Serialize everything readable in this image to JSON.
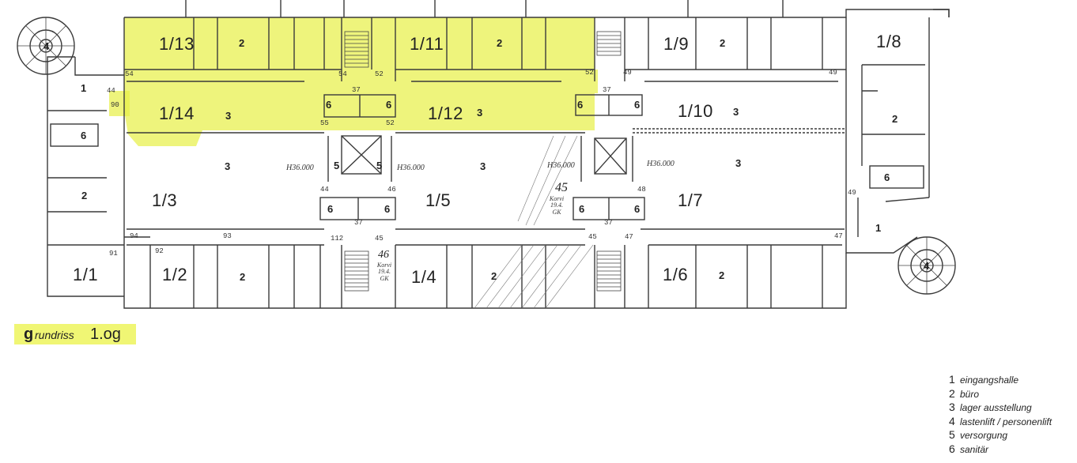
{
  "title": {
    "prefix": "g",
    "word": "rundriss",
    "level": "1.og"
  },
  "legend": [
    {
      "num": "1",
      "label": "eingangshalle"
    },
    {
      "num": "2",
      "label": "büro"
    },
    {
      "num": "3",
      "label": "lager ausstellung"
    },
    {
      "num": "4",
      "label": "lastenlift / personenlift"
    },
    {
      "num": "5",
      "label": "versorgung"
    },
    {
      "num": "6",
      "label": "sanitär"
    }
  ],
  "highlight_color": "#E8F04A",
  "rooms": {
    "r113": "1/13",
    "r111": "1/11",
    "r19": "1/9",
    "r18": "1/8",
    "r114": "1/14",
    "r112": "1/12",
    "r110": "1/10",
    "r13": "1/3",
    "r15": "1/5",
    "r17": "1/7",
    "r11": "1/1",
    "r12": "1/2",
    "r14": "1/4",
    "r16": "1/6"
  },
  "types": {
    "t_113": "2",
    "t_111": "2",
    "t_19": "2",
    "t_18_2": "2",
    "t_114": "3",
    "t_112": "3",
    "t_110": "3",
    "t_13": "3",
    "t_15": "3",
    "t_17": "3",
    "t_left1": "1",
    "t_left6": "6",
    "t_left2": "2",
    "t_12b": "2",
    "t_14b": "2",
    "t_16b": "2",
    "t_right1": "1",
    "t_right6": "6",
    "w6a": "6",
    "w6b": "6",
    "w6c": "6",
    "w6d": "6",
    "w6e": "6",
    "w6f": "6",
    "w6g": "6",
    "w6h": "6",
    "v5a": "5",
    "v5b": "5"
  },
  "door_numbers": {
    "d54a": "54",
    "d54b": "54",
    "d52a": "52",
    "d52b": "52",
    "d44a": "44",
    "d90": "90",
    "d37a": "37",
    "d37b": "37",
    "d49a": "49",
    "d49b": "49",
    "d55": "55",
    "d52c": "52",
    "d44b": "44",
    "d46a": "46",
    "d48": "48",
    "d49c": "49",
    "d94": "94",
    "d93": "93",
    "d92": "92",
    "d91": "91",
    "d112": "112",
    "d37c": "37",
    "d45a": "45",
    "d37d": "37",
    "d45b": "45",
    "d47a": "47",
    "d47b": "47"
  },
  "notes": {
    "h1": "H36.000",
    "h2": "H36.000",
    "h3": "H36.000",
    "h4": "H36.000",
    "n45": "45",
    "n46": "46",
    "hand1": "Korvi 19.4. GK",
    "hand2": "Korvi 19.4. GK"
  },
  "stair_labels": {
    "s1": "4",
    "s2": "4"
  }
}
